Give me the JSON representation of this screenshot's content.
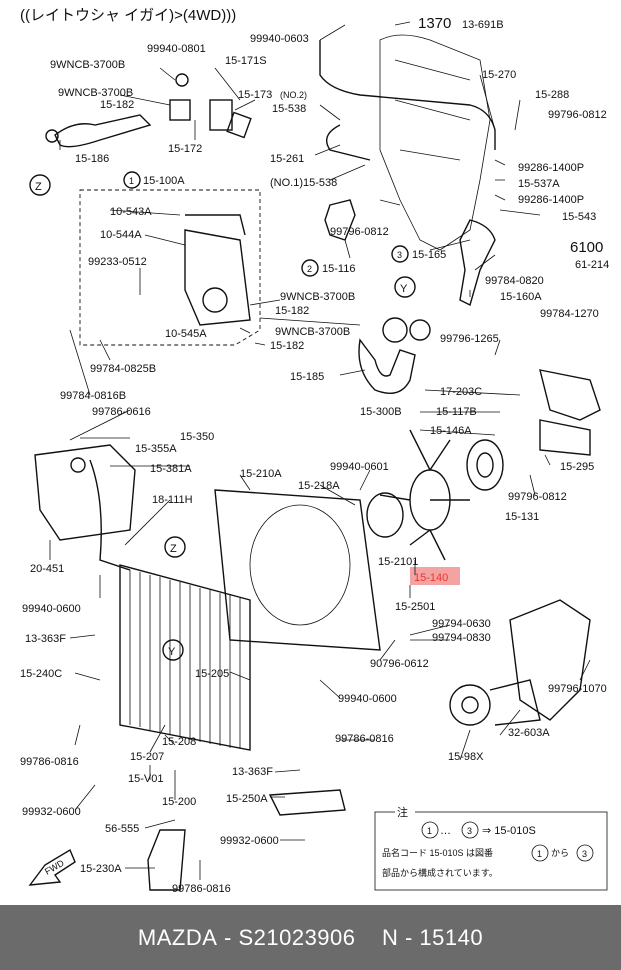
{
  "header": {
    "title": "((レイトウシャ イガイ)>(4WD)))"
  },
  "highlight": {
    "part": "15-140",
    "color": "#f4a3a3"
  },
  "labels": {
    "l1": "99940-0603",
    "l2": "1370",
    "l3": "13-691B",
    "l4": "9WNCB-3700B",
    "l5": "99940-0801",
    "l6": "15-171S",
    "l7": "9WNCB-3700B",
    "l8": "15-182",
    "l9": "15-173",
    "l10": "(NO.2)",
    "l11": "15-538",
    "l12": "15-270",
    "l13": "15-288",
    "l14": "99796-0812",
    "l15": "15-186",
    "l16": "15-172",
    "l17": "15-261",
    "l18": "99286-1400P",
    "l19": "15-537A",
    "l20": "99286-1400P",
    "l21": "(NO.1)15-538",
    "l22": "15-543",
    "l23": "15-100A",
    "l24": "10-543A",
    "l25": "10-544A",
    "l26": "99796-0812",
    "l27": "15-165",
    "l28": "6100",
    "l29": "61-214",
    "l30": "99233-0512",
    "l31": "15-116",
    "l32": "99784-0820",
    "l33": "15-160A",
    "l34": "9WNCB-3700B",
    "l35": "15-182",
    "l36": "99784-1270",
    "l37": "10-545A",
    "l38": "9WNCB-3700B",
    "l39": "15-182",
    "l40": "99796-1265",
    "l41": "99784-0825B",
    "l42": "15-185",
    "l43": "17-203C",
    "l44": "99784-0816B",
    "l45": "15-300B",
    "l46": "15-117B",
    "l47": "99786-0616",
    "l48": "15-146A",
    "l49": "15-355A",
    "l50": "15-350",
    "l51": "15-381A",
    "l52": "15-210A",
    "l53": "99940-0601",
    "l54": "15-295",
    "l55": "15-218A",
    "l56": "99796-0812",
    "l57": "18-111H",
    "l58": "15-131",
    "l59": "20-451",
    "l60": "15-2101",
    "l61": "15-140",
    "l62": "99940-0600",
    "l63": "15-2501",
    "l64": "99794-0630",
    "l65": "99794-0830",
    "l66": "13-363F",
    "l67": "90796-0612",
    "l68": "15-240C",
    "l69": "15-205",
    "l70": "99796-1070",
    "l71": "99940-0600",
    "l72": "99786-0816",
    "l73": "15-207",
    "l74": "15-208",
    "l75": "99786-0816",
    "l76": "32-603A",
    "l77": "15-98X",
    "l78": "15-V01",
    "l79": "13-363F",
    "l80": "99932-0600",
    "l81": "15-200",
    "l82": "15-250A",
    "l83": "56-555",
    "l84": "99932-0600",
    "l85": "15-230A",
    "l86": "99786-0816",
    "z1": "Z",
    "z2": "Z",
    "y1": "Y",
    "y2": "Y",
    "fwd": "FWD",
    "c1": "1",
    "c2": "2",
    "c3": "3"
  },
  "note": {
    "title": "注",
    "line1_a": "…",
    "line1_b": "⇒ 15-010S",
    "line2": "品名コード 15-010S は図番",
    "line2_b": "から",
    "line3": "部品から構成されています。",
    "n1": "1",
    "n3": "3"
  },
  "footer": {
    "brand": "MAZDA",
    "code": "S21023906",
    "part": "N - 15140"
  }
}
